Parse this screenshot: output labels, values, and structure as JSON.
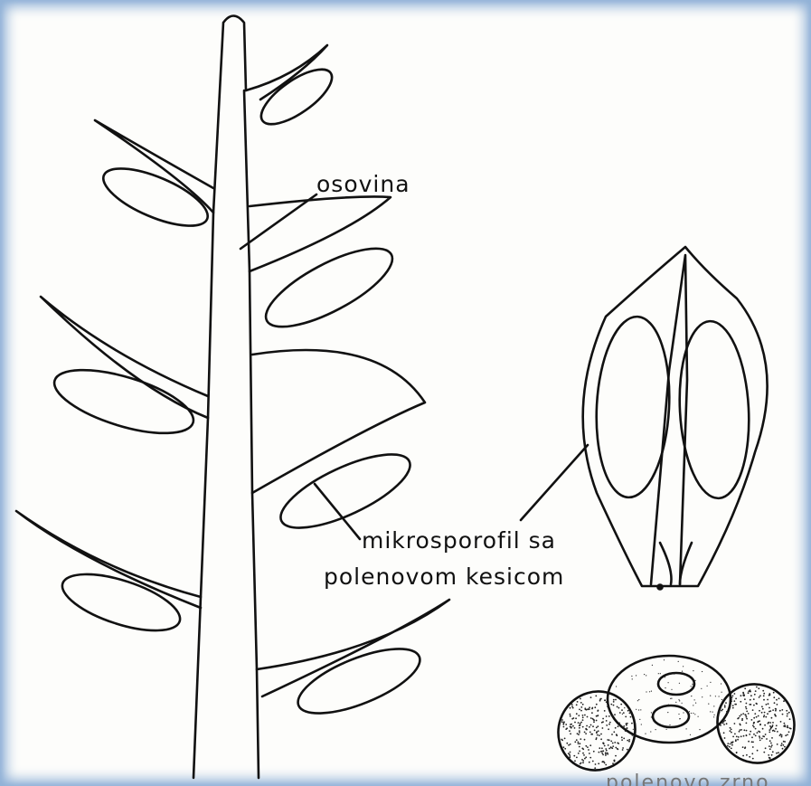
{
  "labels": {
    "axis": "osovina",
    "microsporophyll_line1": "mikrosporofil sa",
    "microsporophyll_line2": "polenovom kesicom",
    "pollen_grain_cut": "polenovo zrno"
  },
  "colors": {
    "frame": "#8fb0d6",
    "ink": "#111111",
    "paper": "#fdfdfb"
  }
}
